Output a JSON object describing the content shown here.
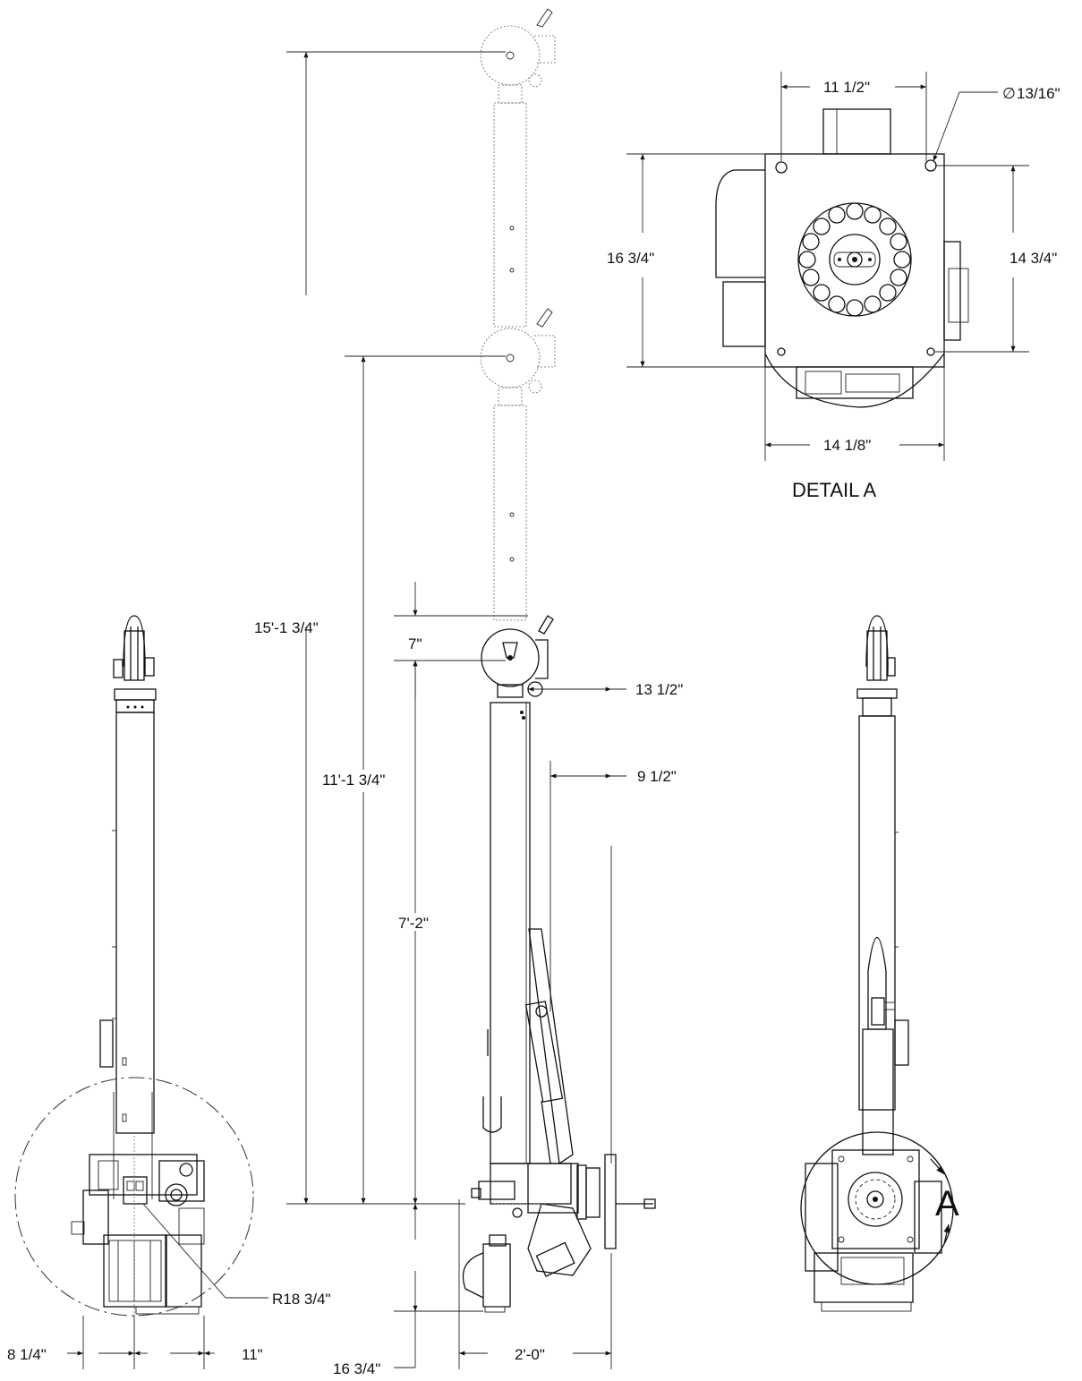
{
  "dimensions": {
    "overall_height": "15'-1 3/4\"",
    "mid_height": "11'-1 3/4\"",
    "low_height": "7'-2\"",
    "head_offset": "7\"",
    "base_depth": "16 3/4\"",
    "reach_upper": "13 1/2\"",
    "reach_lower": "9 1/2\"",
    "base_width": "2'-0\"",
    "left_offset": "8 1/4\"",
    "right_offset": "11\"",
    "swing_radius": "R18 3/4\""
  },
  "detail": {
    "title": "DETAIL A",
    "hole_spacing_top": "11 1/2\"",
    "hole_diameter": "13/16\"",
    "diameter_symbol": "∅",
    "plate_height_left": "16 3/4\"",
    "plate_height_right": "14 3/4\"",
    "plate_width_bottom": "14 1/8\"",
    "callout_letter": "A"
  }
}
